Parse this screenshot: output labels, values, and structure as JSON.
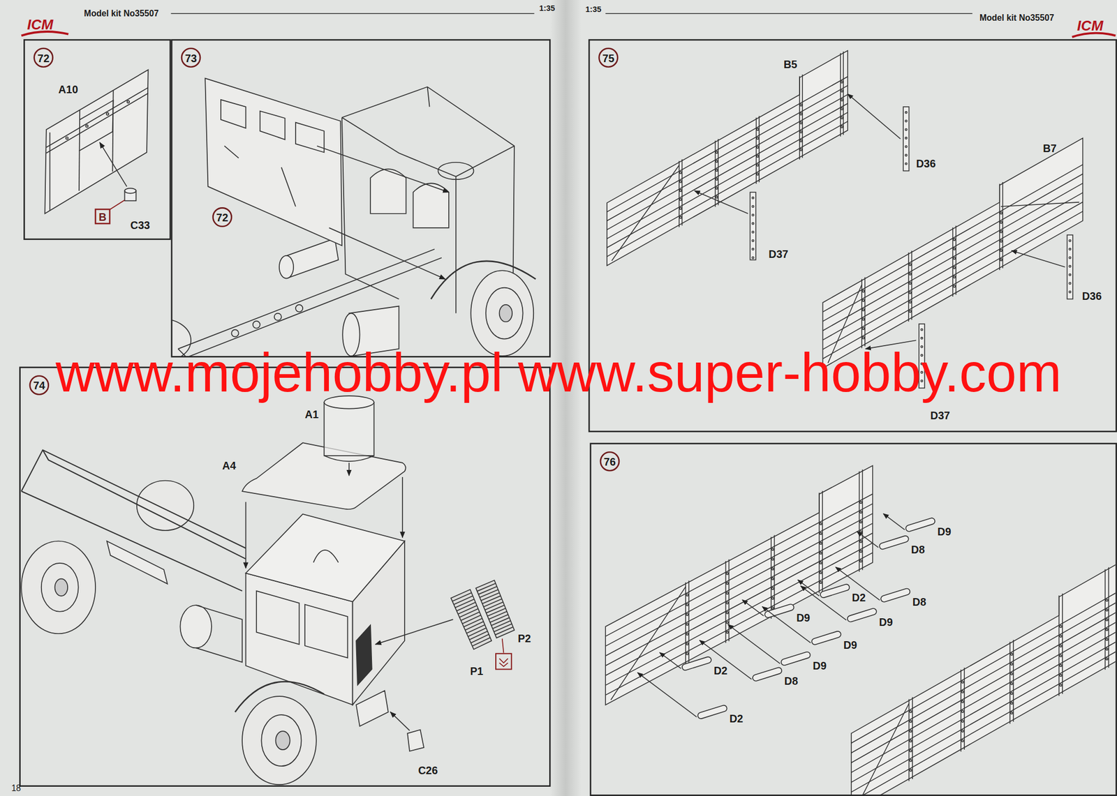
{
  "diagram": {
    "nodes": [
      {
        "text": [
          "72"
        ]
      },
      {
        "text": [
          "73"
        ]
      },
      {
        "text": [
          "74"
        ]
      },
      {
        "text": [
          "75"
        ]
      },
      {
        "text": [
          "76"
        ]
      },
      {
        "text": [
          "B"
        ],
        "in": 0
      },
      {
        "text": [
          "72"
        ],
        "in": 1
      }
    ],
    "labels": [
      "ICM",
      "Model kit No35507",
      "1:35",
      "1:35",
      "Model kit No35507",
      "ICM",
      "A10",
      "C33",
      "A1",
      "A4",
      "P2",
      "P1",
      "C26",
      "B5",
      "D36",
      "B7",
      "D37",
      "D36",
      "D37",
      "D9",
      "D8",
      "D2",
      "D8",
      "D9",
      "D9",
      "D9",
      "D2",
      "D9",
      "D8",
      "D2",
      "www.mojehobby.pl www.super-hobby.com",
      "18"
    ]
  }
}
